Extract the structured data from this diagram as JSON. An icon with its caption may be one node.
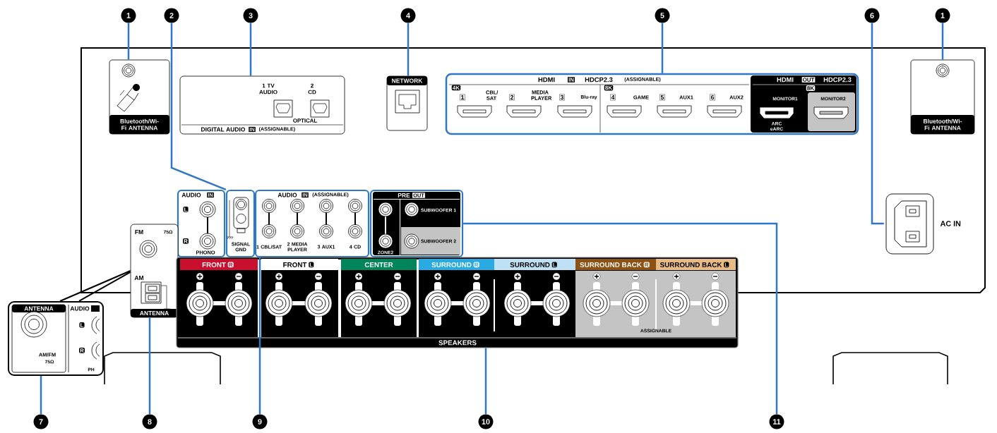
{
  "diagram": {
    "nodes": [
      {
        "text": [
          "1"
        ]
      },
      {
        "text": [
          "2"
        ]
      },
      {
        "text": [
          "3"
        ]
      },
      {
        "text": [
          "4"
        ]
      },
      {
        "text": [
          "5"
        ]
      },
      {
        "text": [
          "6"
        ]
      },
      {
        "text": [
          "1"
        ]
      },
      {
        "text": [
          "Bluetooth/Wi-Fi ANTENNA"
        ]
      },
      {
        "text": [
          "1 TV AUDIO",
          "2 CD",
          "OPTICAL",
          "DIGITAL AUDIO",
          "IN",
          "(ASSIGNABLE)"
        ]
      },
      {
        "text": [
          "NETWORK"
        ]
      },
      {
        "text": [
          "HDMI",
          "IN",
          "HDCP2.3",
          "(ASSIGNABLE)",
          "4K",
          "1",
          "CBL/ SAT",
          "2",
          "MEDIA PLAYER",
          "3",
          "Blu-ray",
          "8K",
          "4",
          "GAME",
          "5",
          "AUX1",
          "6",
          "AUX2",
          "HDMI",
          "OUT",
          "HDCP2.3",
          "8K",
          "MONITOR1",
          "ARC eARC",
          "MONITOR2"
        ]
      },
      {
        "text": [
          "Bluetooth/Wi-Fi ANTENNA"
        ]
      },
      {
        "text": [
          "AUDIO",
          "IN",
          "L",
          "R",
          "PHONO"
        ]
      },
      {
        "text": [
          "SIGNAL GND"
        ]
      },
      {
        "text": [
          "AUDIO",
          "IN",
          "(ASSIGNABLE)",
          "1 CBL/SAT",
          "2 MEDIA PLAYER",
          "3 AUX1",
          "4 CD"
        ]
      },
      {
        "text": [
          "PRE",
          "OUT",
          "SUBWOOFER 1",
          "ZONE2",
          "SUBWOOFER 2"
        ]
      },
      {
        "text": [
          "AC IN"
        ]
      },
      {
        "text": [
          "FM",
          "75Ω",
          "AM",
          "ANTENNA"
        ]
      },
      {
        "text": [
          "ANTENNA",
          "AUDIO",
          "L",
          "AM/FM",
          "75Ω",
          "R",
          "PH"
        ]
      },
      {
        "text": [
          "FRONT",
          "R",
          "FRONT",
          "L",
          "CENTER",
          "SURROUND",
          "R",
          "SURROUND",
          "L",
          "SURROUND BACK",
          "R",
          "SURROUND BACK",
          "L",
          "ASSIGNABLE",
          "SPEAKERS"
        ]
      },
      {
        "text": [
          "7"
        ]
      },
      {
        "text": [
          "8"
        ]
      },
      {
        "text": [
          "9"
        ]
      },
      {
        "text": [
          "10"
        ]
      },
      {
        "text": [
          "11"
        ]
      }
    ],
    "edges": [
      {
        "from": 0,
        "to": 7,
        "arrow": "none"
      },
      {
        "from": 1,
        "to": 13,
        "arrow": "none"
      },
      {
        "from": 2,
        "to": 8,
        "arrow": "none"
      },
      {
        "from": 3,
        "to": 9,
        "arrow": "none"
      },
      {
        "from": 4,
        "to": 10,
        "arrow": "none"
      },
      {
        "from": 5,
        "to": 16,
        "arrow": "none"
      },
      {
        "from": 6,
        "to": 11,
        "arrow": "none"
      },
      {
        "from": 20,
        "to": 18,
        "arrow": "none"
      },
      {
        "from": 21,
        "to": 17,
        "arrow": "none"
      },
      {
        "from": 22,
        "to": 14,
        "arrow": "none"
      },
      {
        "from": 23,
        "to": 19,
        "arrow": "none"
      },
      {
        "from": 24,
        "to": 15,
        "arrow": "none"
      },
      {
        "from": 18,
        "to": 17,
        "arrow": "none",
        "color": "#000000"
      }
    ]
  }
}
